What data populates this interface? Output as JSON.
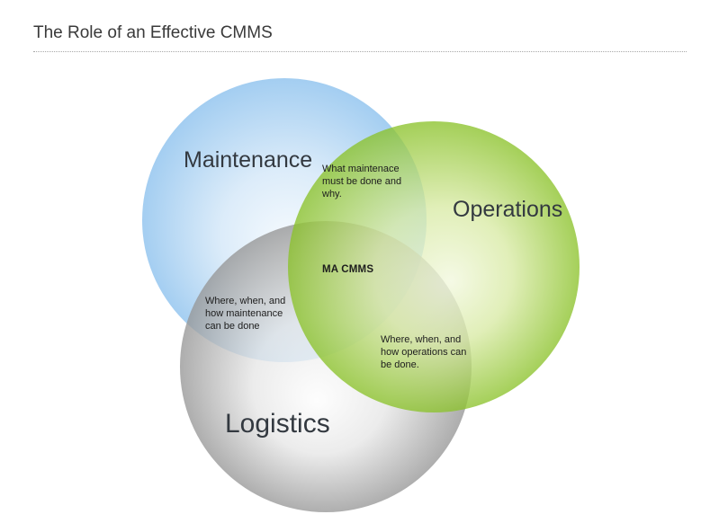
{
  "header": {
    "title": "The Role of an Effective CMMS"
  },
  "venn": {
    "type": "venn-diagram",
    "circles": [
      {
        "id": "maintenance",
        "label": "Maintenance",
        "color": "#a4cef1"
      },
      {
        "id": "operations",
        "label": "Operations",
        "color": "#a3cf52"
      },
      {
        "id": "logistics",
        "label": "Logistics",
        "color": "#adadad"
      }
    ],
    "intersections": {
      "maintenance_operations": "What maintenace\nmust be done and\nwhy.",
      "maintenance_logistics": "Where, when, and\nhow maintenance\ncan be done",
      "operations_logistics": "Where, when, and\nhow operations can\nbe done.",
      "center": "MA CMMS"
    }
  }
}
